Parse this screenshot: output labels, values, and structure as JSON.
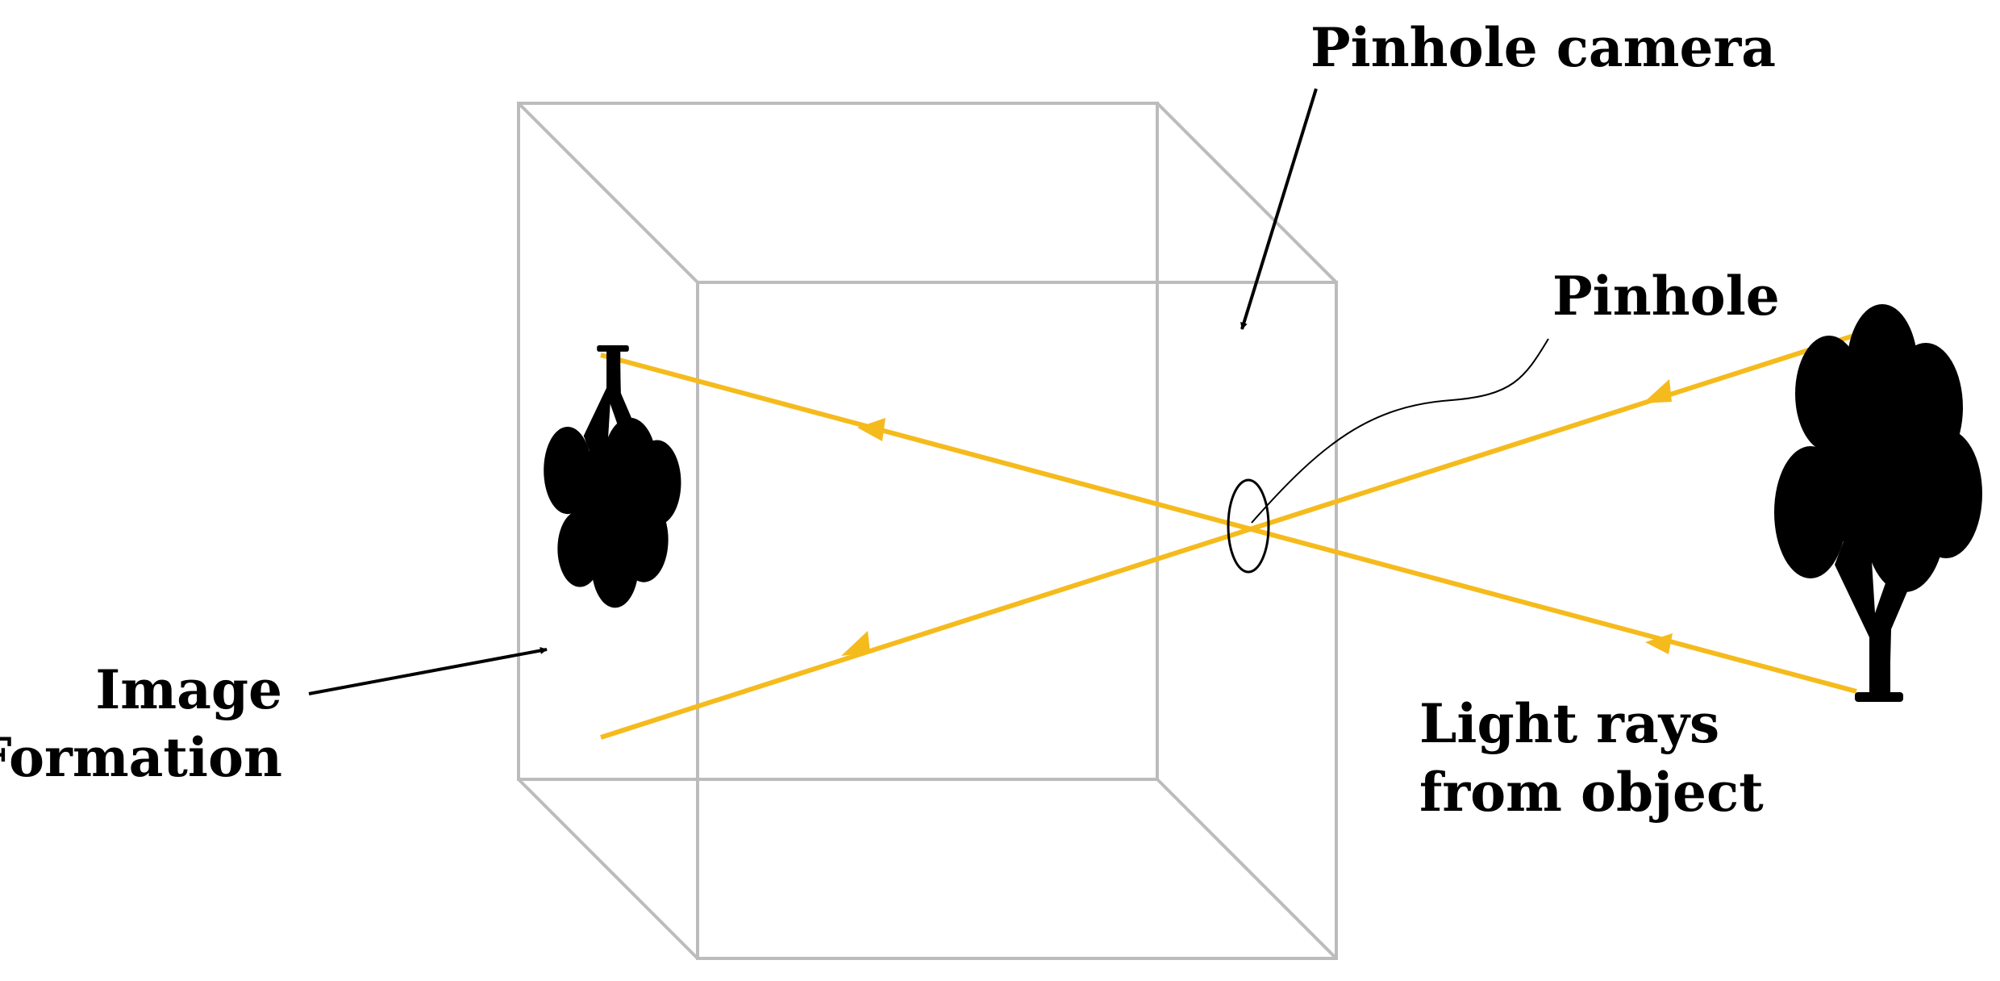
{
  "labels": {
    "pinhole_camera": "Pinhole camera",
    "pinhole": "Pinhole",
    "image_formation_line1": "Image",
    "image_formation_line2": "Formation",
    "light_rays_line1": "Light rays",
    "light_rays_line2": "from object"
  },
  "colors": {
    "box_edge": "#bcbcbc",
    "ray": "#f5bb1d",
    "silhouette": "#000000",
    "annotation": "#000000"
  },
  "icons": {
    "object": "tree-icon",
    "image": "inverted-tree-icon"
  }
}
